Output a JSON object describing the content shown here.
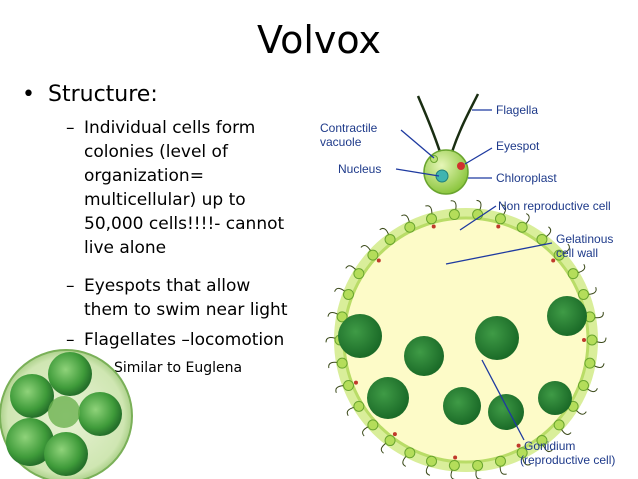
{
  "title": "Volvox",
  "bullet": {
    "symbol": "•",
    "label": "Structure:"
  },
  "sub_bullets": [
    {
      "dash": "–",
      "lines": [
        "Individual cells form",
        "colonies (level of",
        "organization=",
        "multicellular)   up to",
        "50,000 cells!!!!- cannot",
        "live alone"
      ]
    },
    {
      "dash": "–",
      "lines": [
        "Eyespots that allow",
        "them to swim near light"
      ]
    },
    {
      "dash": "–",
      "lines": [
        "Flagellates –locomotion"
      ]
    }
  ],
  "third_level": "Similar to Euglena",
  "diagram_labels": {
    "flagella": "Flagella",
    "contractile_vacuole_line1": "Contractile",
    "contractile_vacuole_line2": "vacuole",
    "eyespot": "Eyespot",
    "nucleus": "Nucleus",
    "chloroplast": "Chloroplast",
    "non_reproductive_cell": "Non reproductive cell",
    "gelatinous_line1": "Gelatinous",
    "gelatinous_line2": "cell wall",
    "gonidium_line1": "Gonidium",
    "gonidium_line2": "(reproductive cell)"
  },
  "colors": {
    "label_text": "#1e3a8a",
    "pointer_line": "#1e3aa0",
    "sphere_fill": "#fdfbc8",
    "cell_green": "#9fd34a",
    "gonidium_green": "#1f7a2e",
    "eyespot_red": "#c0392b"
  }
}
